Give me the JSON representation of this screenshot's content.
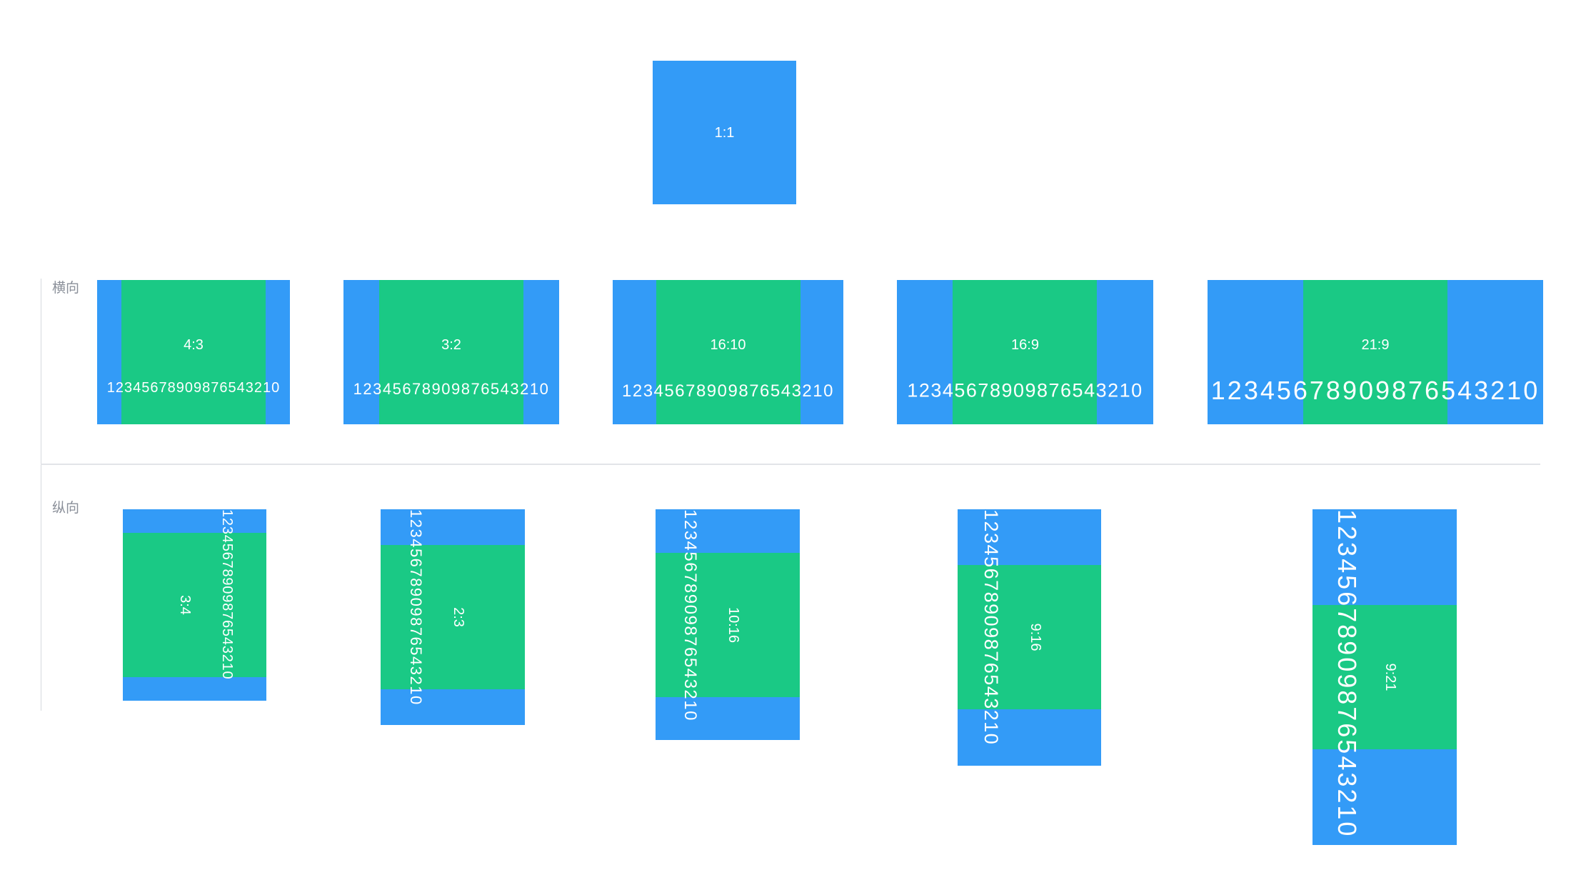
{
  "labels": {
    "landscape": "横向",
    "portrait": "纵向"
  },
  "digits": "12345678909876543210",
  "square": {
    "ratio": "1:1"
  },
  "landscape": [
    {
      "ratio": "4:3"
    },
    {
      "ratio": "3:2"
    },
    {
      "ratio": "16:10"
    },
    {
      "ratio": "16:9"
    },
    {
      "ratio": "21:9"
    }
  ],
  "portrait": [
    {
      "ratio": "3:4"
    },
    {
      "ratio": "2:3"
    },
    {
      "ratio": "10:16"
    },
    {
      "ratio": "9:16"
    },
    {
      "ratio": "9:21"
    }
  ],
  "colors": {
    "outer": "#339bf7",
    "inner": "#1ac985",
    "text": "#ffffff"
  }
}
